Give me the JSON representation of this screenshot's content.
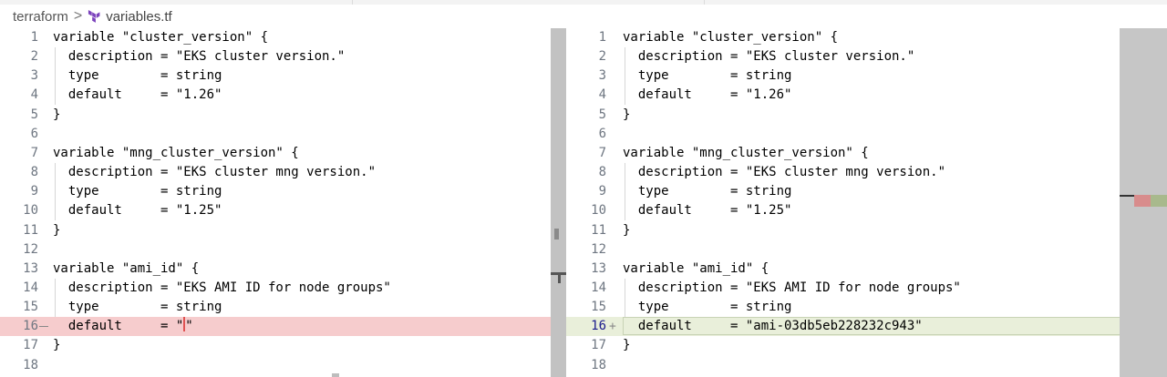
{
  "breadcrumb": {
    "folder": "terraform",
    "separator": ">",
    "file": "variables.tf",
    "file_icon": "terraform-icon"
  },
  "colors": {
    "removed_bg": "#f6cccd",
    "added_bg": "#e9efda",
    "terraform_purple": "#7b42bc"
  },
  "diff_arrow": "→",
  "left": {
    "lines": [
      {
        "n": "1",
        "t": "variable \"cluster_version\" {"
      },
      {
        "n": "2",
        "t": "  description = \"EKS cluster version.\""
      },
      {
        "n": "3",
        "t": "  type        = string"
      },
      {
        "n": "4",
        "t": "  default     = \"1.26\""
      },
      {
        "n": "5",
        "t": "}"
      },
      {
        "n": "6",
        "t": ""
      },
      {
        "n": "7",
        "t": "variable \"mng_cluster_version\" {"
      },
      {
        "n": "8",
        "t": "  description = \"EKS cluster mng version.\""
      },
      {
        "n": "9",
        "t": "  type        = string"
      },
      {
        "n": "10",
        "t": "  default     = \"1.25\""
      },
      {
        "n": "11",
        "t": "}"
      },
      {
        "n": "12",
        "t": ""
      },
      {
        "n": "13",
        "t": "variable \"ami_id\" {"
      },
      {
        "n": "14",
        "t": "  description = \"EKS AMI ID for node groups\""
      },
      {
        "n": "15",
        "t": "  type        = string"
      },
      {
        "n": "16",
        "t": "  default     = \"\""
      },
      {
        "n": "17",
        "t": "}"
      },
      {
        "n": "18",
        "t": ""
      }
    ]
  },
  "right": {
    "lines": [
      {
        "n": "1",
        "t": "variable \"cluster_version\" {"
      },
      {
        "n": "2",
        "t": "  description = \"EKS cluster version.\""
      },
      {
        "n": "3",
        "t": "  type        = string"
      },
      {
        "n": "4",
        "t": "  default     = \"1.26\""
      },
      {
        "n": "5",
        "t": "}"
      },
      {
        "n": "6",
        "t": ""
      },
      {
        "n": "7",
        "t": "variable \"mng_cluster_version\" {"
      },
      {
        "n": "8",
        "t": "  description = \"EKS cluster mng version.\""
      },
      {
        "n": "9",
        "t": "  type        = string"
      },
      {
        "n": "10",
        "t": "  default     = \"1.25\""
      },
      {
        "n": "11",
        "t": "}"
      },
      {
        "n": "12",
        "t": ""
      },
      {
        "n": "13",
        "t": "variable \"ami_id\" {"
      },
      {
        "n": "14",
        "t": "  description = \"EKS AMI ID for node groups\""
      },
      {
        "n": "15",
        "t": "  type        = string"
      },
      {
        "n": "16",
        "t": "  default     = \"ami-03db5eb228232c943\""
      },
      {
        "n": "17",
        "t": "}"
      },
      {
        "n": "18",
        "t": ""
      }
    ]
  }
}
